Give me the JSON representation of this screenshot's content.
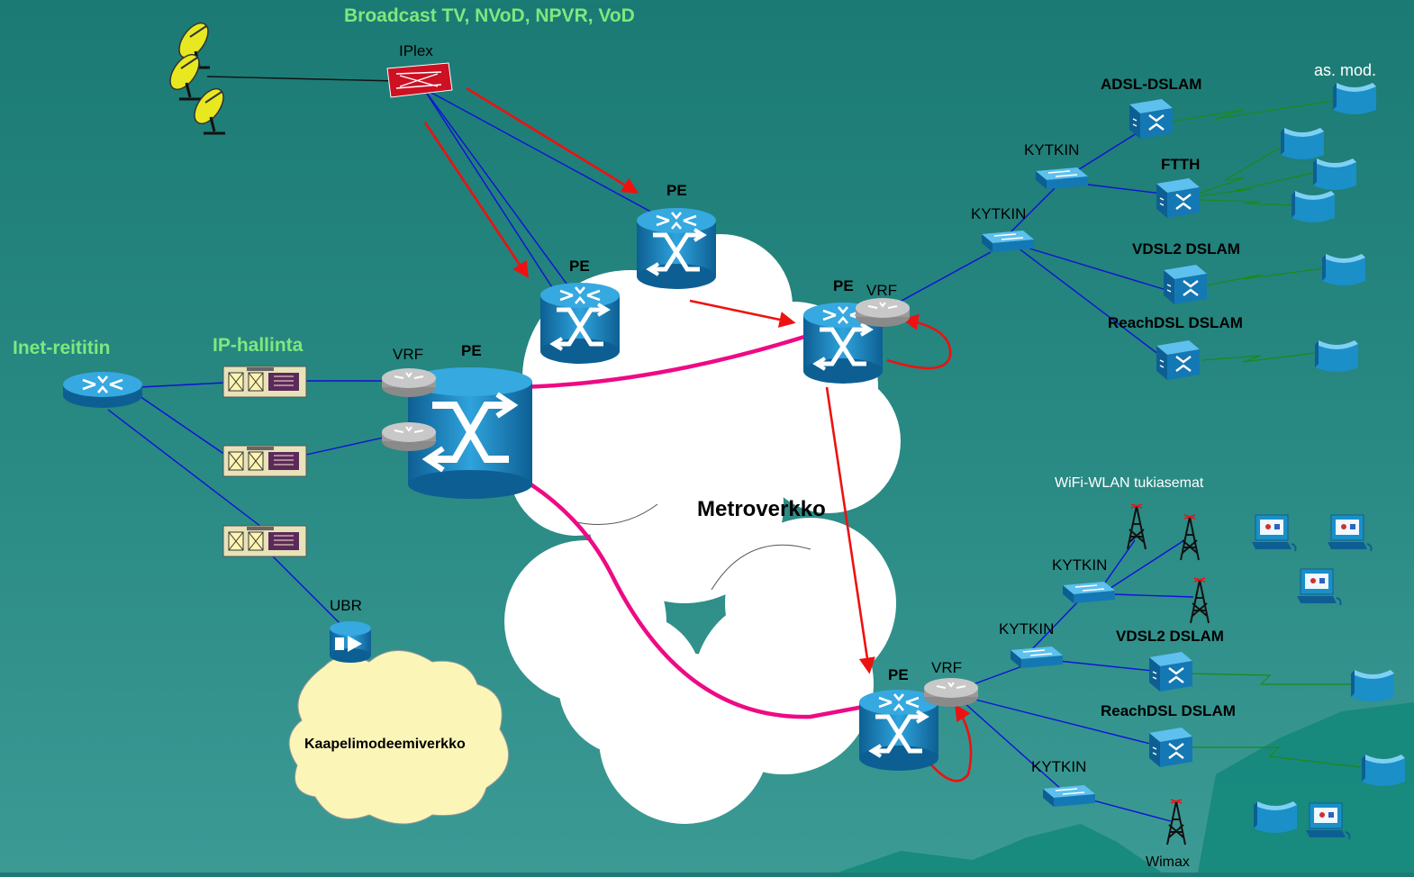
{
  "header": {
    "services_title": "Broadcast TV, NVoD, NPVR, VoD"
  },
  "labels": {
    "iplex": "IPlex",
    "inet_router": "Inet-reititin",
    "ip_management": "IP-hallinta",
    "vrf": "VRF",
    "pe": "PE",
    "ubr": "UBR",
    "cable_modem_network": "Kaapelimodeemiverkko",
    "metro_network": "Metroverkko",
    "switch": "KYTKIN",
    "adsl_dslam": "ADSL-DSLAM",
    "ftth": "FTTH",
    "vdsl2_dslam": "VDSL2 DSLAM",
    "reachdsl_dslam": "ReachDSL DSLAM",
    "customer_modem": "as. mod.",
    "wifi_stations": "WiFi-WLAN tukiasemat",
    "wimax": "Wimax"
  },
  "colors": {
    "background": "#1b7a74",
    "link_blue": "#1010d8",
    "multicast_red": "#ee1111",
    "vpn_magenta": "#ee0a84",
    "router_blue": "#1a8fc8",
    "cloud_white": "#ffffff",
    "cable_cloud": "#fbf6b8",
    "label_green": "#7ee87e"
  },
  "icons": [
    "satellite-dish-icon",
    "iplex-device-icon",
    "router-icon",
    "pe-router-icon",
    "server-rack-icon",
    "switch-icon",
    "dslam-icon",
    "modem-icon",
    "cable-router-icon",
    "radio-tower-icon",
    "computer-icon",
    "cloud-icon"
  ]
}
